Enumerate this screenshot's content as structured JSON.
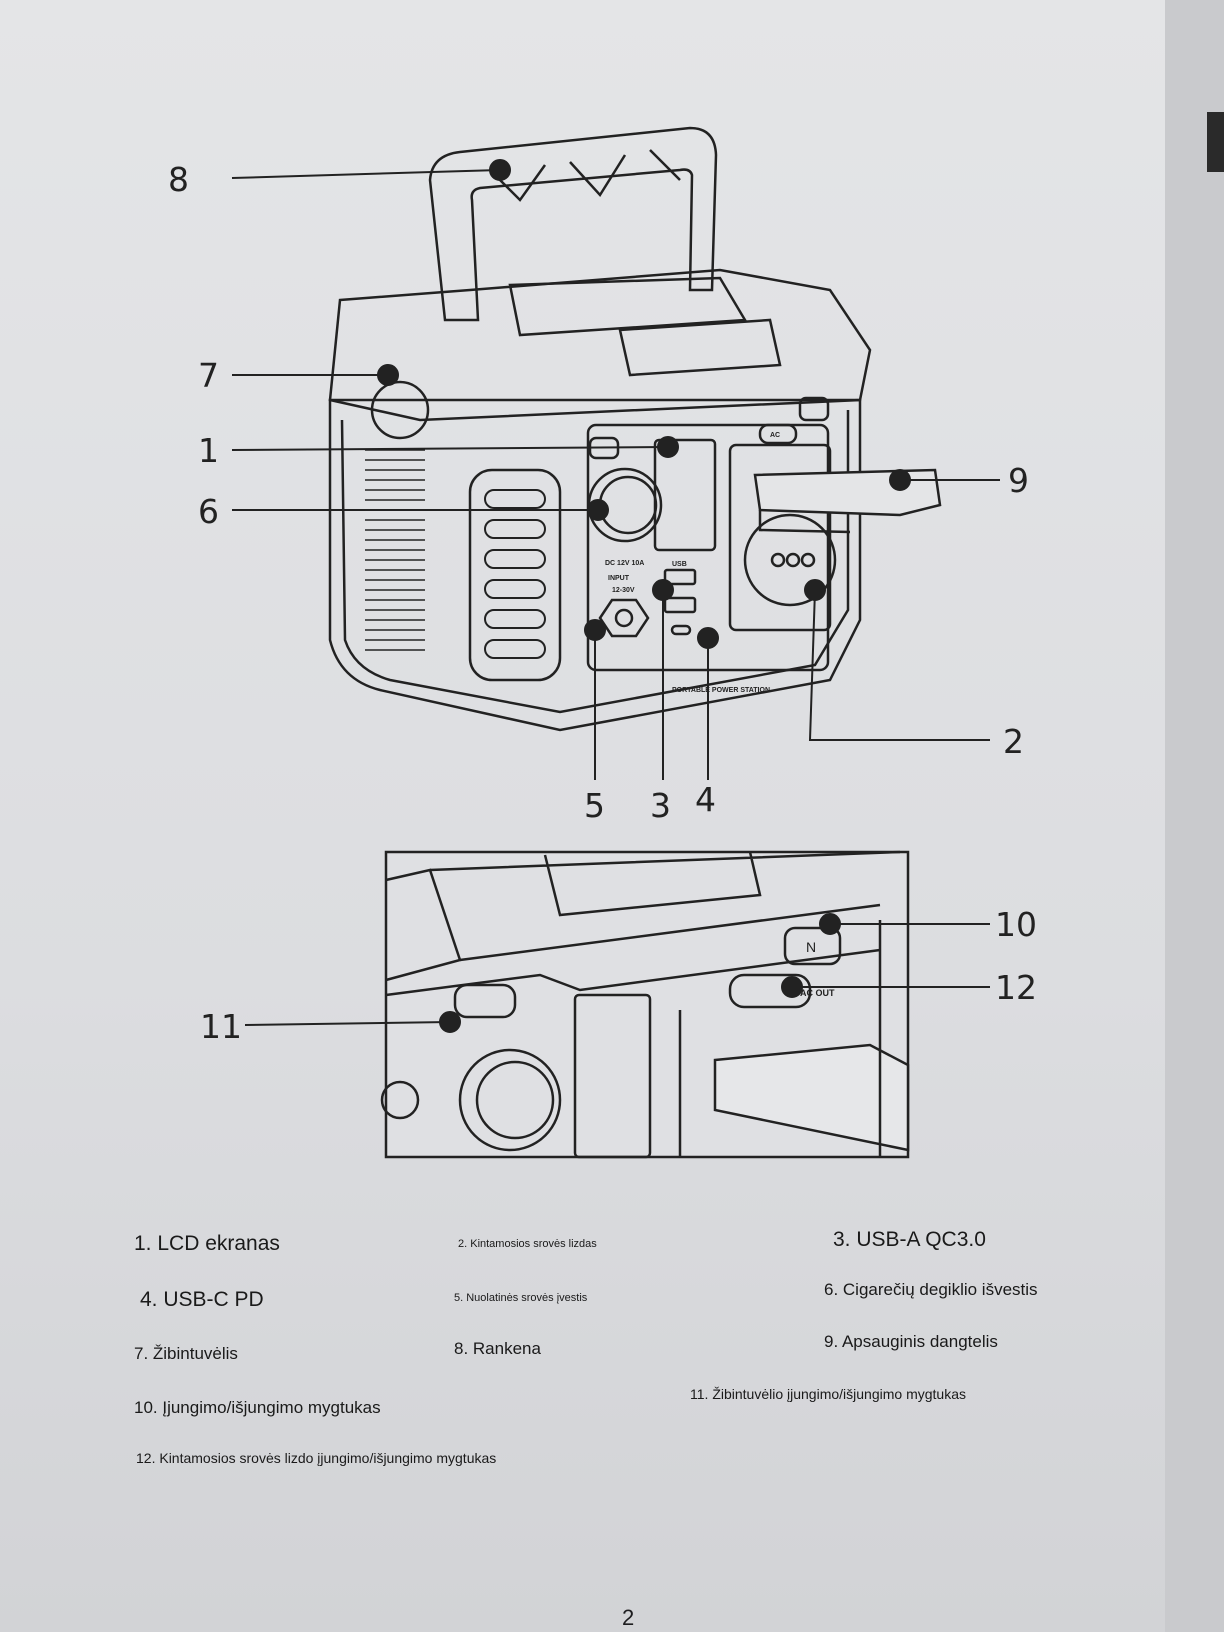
{
  "callouts": [
    "1",
    "2",
    "3",
    "4",
    "5",
    "6",
    "7",
    "8",
    "9",
    "10",
    "11",
    "12"
  ],
  "device_text": {
    "dc_out": "DC 12V 10A",
    "input": "INPUT",
    "input_range": "12-30V",
    "usb": "USB",
    "ac": "AC",
    "ac_out": "AC OUT",
    "brand": "PORTABLE POWER STATION",
    "power_btn": "N"
  },
  "legend": [
    {
      "text": "1. LCD ekranas"
    },
    {
      "text": "2. Kintamosios srovės lizdas"
    },
    {
      "text": "3. USB-A QC3.0"
    },
    {
      "text": "4. USB-C PD"
    },
    {
      "text": "5. Nuolatinės srovės įvestis"
    },
    {
      "text": "6. Cigarečių degiklio išvestis"
    },
    {
      "text": "7. Žibintuvėlis"
    },
    {
      "text": "8. Rankena"
    },
    {
      "text": "9. Apsauginis dangtelis"
    },
    {
      "text": "10. Įjungimo/išjungimo mygtukas"
    },
    {
      "text": "11. Žibintuvėlio įjungimo/išjungimo mygtukas"
    },
    {
      "text": "12. Kintamosios srovės lizdo įjungimo/išjungimo mygtukas"
    }
  ],
  "page_number": "2"
}
